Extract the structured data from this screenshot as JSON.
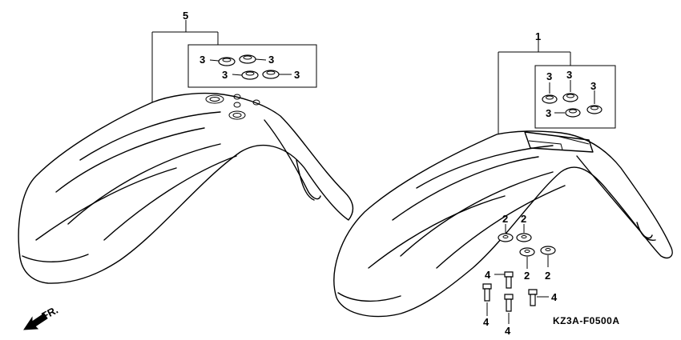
{
  "callouts": {
    "c1": "1",
    "c2": "2",
    "c3": "3",
    "c4": "4",
    "c5": "5"
  },
  "direction_label": "FR.",
  "diagram_code": "KZ3A-F0500A"
}
